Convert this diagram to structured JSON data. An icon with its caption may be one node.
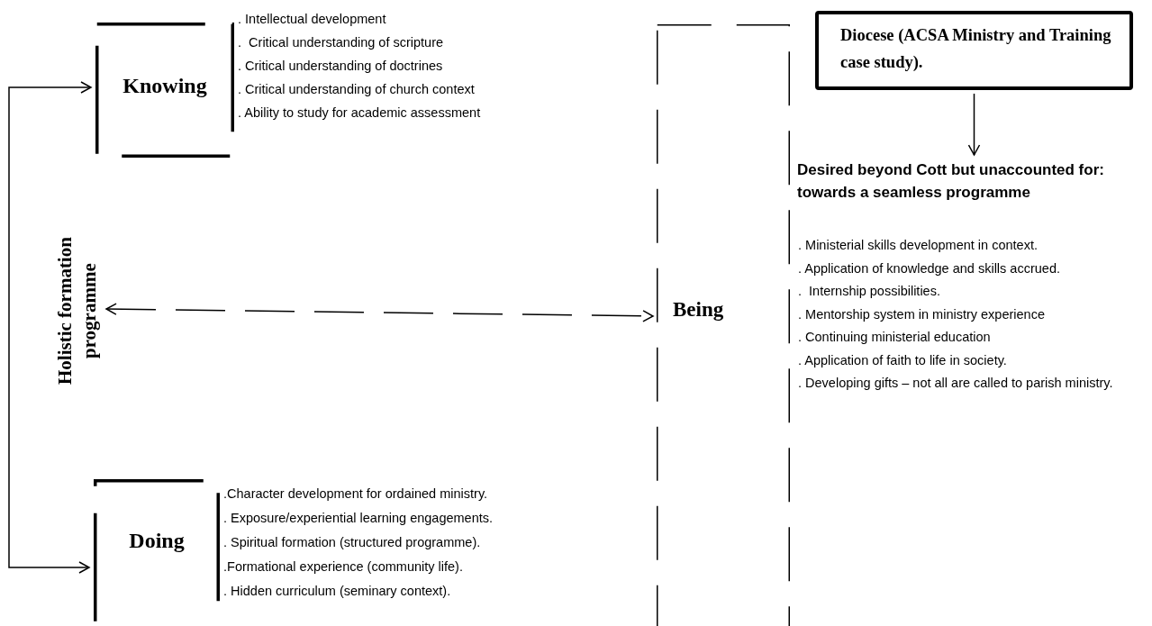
{
  "diagram": {
    "nodes": [
      {
        "text": [
          "Knowing"
        ],
        "beside": [
          ". Intellectual development",
          ".  Critical understanding of scripture",
          ". Critical understanding of doctrines",
          ". Critical understanding of church context",
          ". Ability to study for academic assessment"
        ]
      },
      {
        "text": [
          "Doing"
        ],
        "beside": [
          ".Character development for ordained ministry.",
          ". Exposure/experiential learning engagements.",
          ". Spiritual formation (structured programme).",
          ".Formational experience (community life).",
          ". Hidden curriculum (seminary context)."
        ]
      },
      {
        "text": [
          "Holistic formation programme"
        ]
      },
      {
        "text": [
          "Being"
        ]
      },
      {
        "text": [
          "Diocese (ACSA Ministry and Training case study)."
        ]
      },
      {
        "text": [
          "Desired beyond Cott but unaccounted for: towards a seamless programme"
        ],
        "beside": [
          ". Ministerial skills development in context.",
          ". Application of knowledge and skills accrued.",
          ".  Internship possibilities.",
          ". Mentorship system in ministry experience",
          ". Continuing ministerial education",
          ". Application of faith to life in society.",
          ". Developing gifts – not all are called to parish ministry."
        ]
      }
    ],
    "edges": [
      {
        "from": null,
        "to": 0,
        "arrow": "to"
      },
      {
        "from": null,
        "to": 1,
        "arrow": "to"
      },
      {
        "from": 2,
        "to": 3,
        "arrow": "both",
        "style": "dashed"
      },
      {
        "from": 4,
        "to": 5,
        "arrow": "to"
      }
    ]
  }
}
